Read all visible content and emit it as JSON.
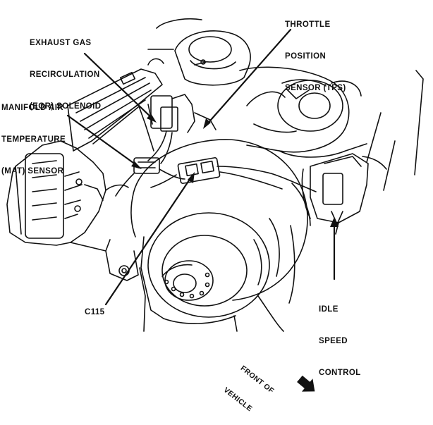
{
  "colors": {
    "ink": "#111111",
    "background": "#ffffff"
  },
  "labels": {
    "egr": [
      "EXHAUST GAS",
      "RECIRCULATION",
      "(EGR) SOLENOID"
    ],
    "tps": [
      "THROTTLE",
      "POSITION",
      "SENSOR (TPS)"
    ],
    "mat": [
      "MANIFOLD AIR",
      "TEMPERATURE",
      "(MAT) SENSOR"
    ],
    "c115": "C115",
    "isc": [
      "IDLE",
      "SPEED",
      "CONTROL"
    ],
    "front": [
      "FRONT OF",
      "VEHICLE"
    ]
  },
  "icons": {
    "front_arrow": "arrow-icon"
  }
}
